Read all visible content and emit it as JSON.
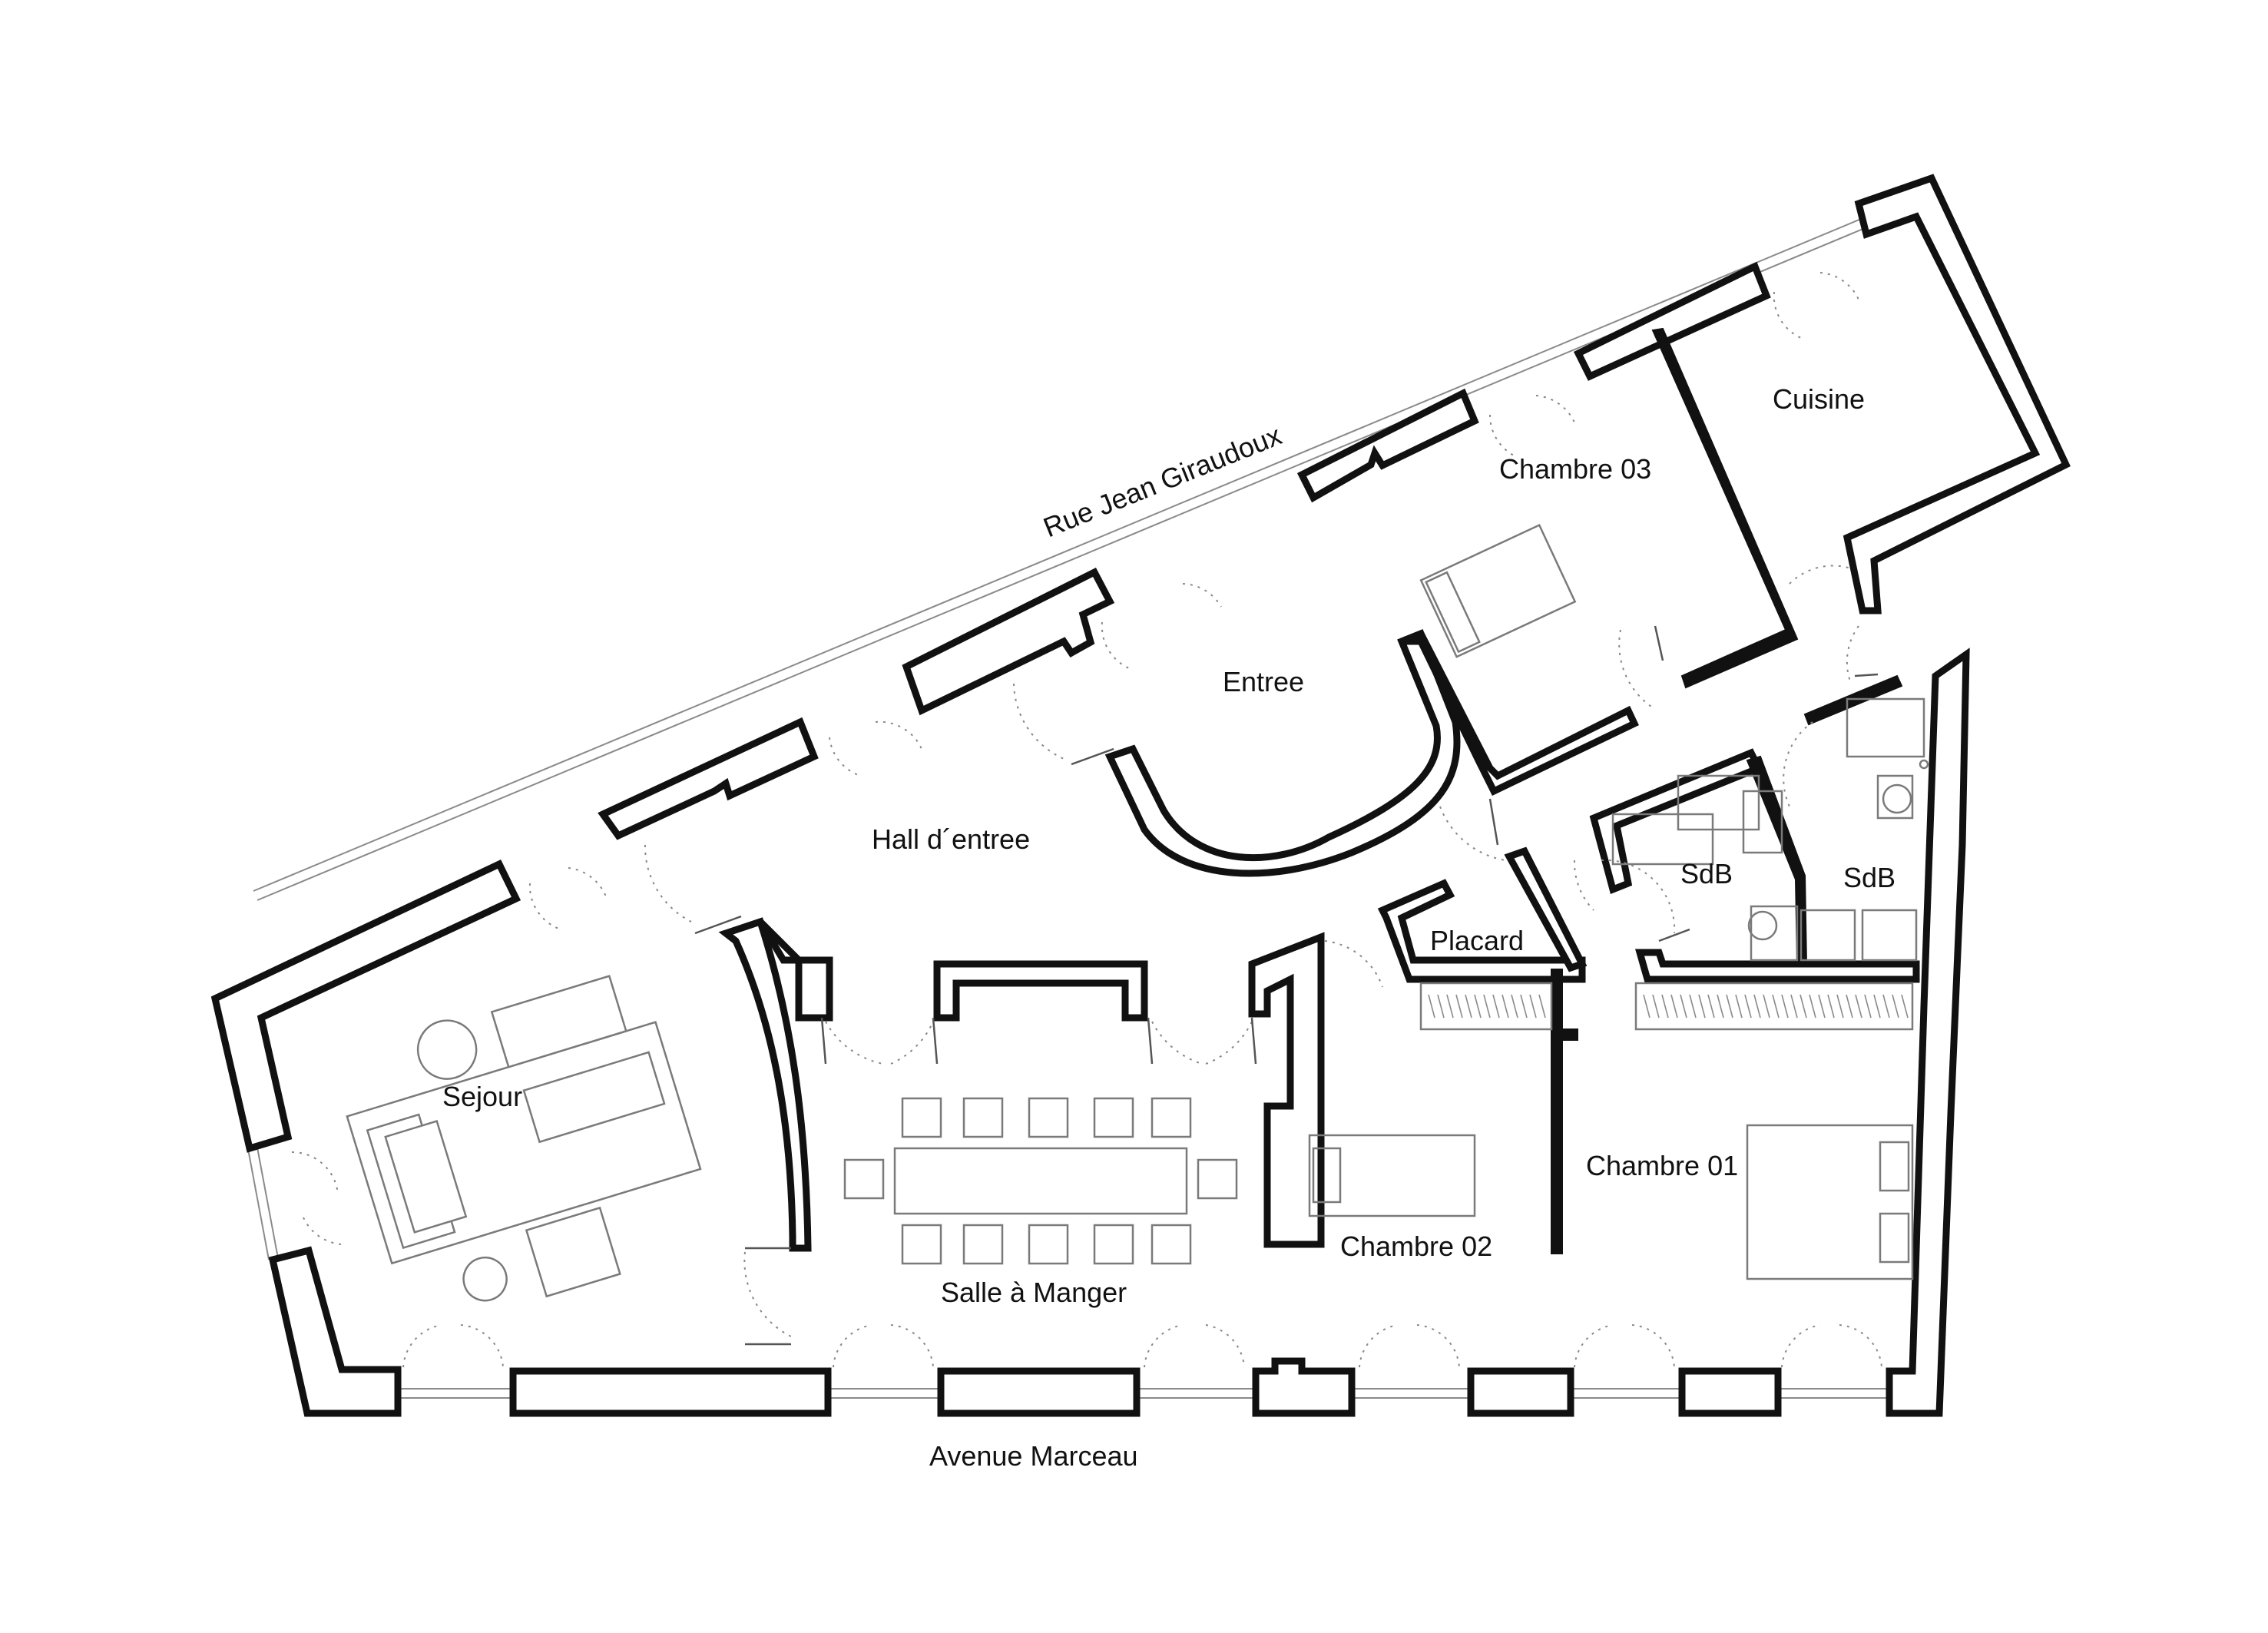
{
  "plan": {
    "streets": {
      "north": "Rue Jean Giraudoux",
      "south": "Avenue Marceau"
    },
    "rooms": [
      {
        "id": "sejour",
        "label": "Sejour"
      },
      {
        "id": "hall",
        "label": "Hall d´entree"
      },
      {
        "id": "entree",
        "label": "Entree"
      },
      {
        "id": "salle",
        "label": "Salle à Manger"
      },
      {
        "id": "chambre02",
        "label": "Chambre 02"
      },
      {
        "id": "chambre01",
        "label": "Chambre 01"
      },
      {
        "id": "chambre03",
        "label": "Chambre 03"
      },
      {
        "id": "cuisine",
        "label": "Cuisine"
      },
      {
        "id": "placard",
        "label": "Placard"
      },
      {
        "id": "sdb1",
        "label": "SdB"
      },
      {
        "id": "sdb2",
        "label": "SdB"
      }
    ],
    "colors": {
      "wall": "#111111",
      "furniture": "#7a7a7a",
      "background": "#ffffff"
    }
  }
}
